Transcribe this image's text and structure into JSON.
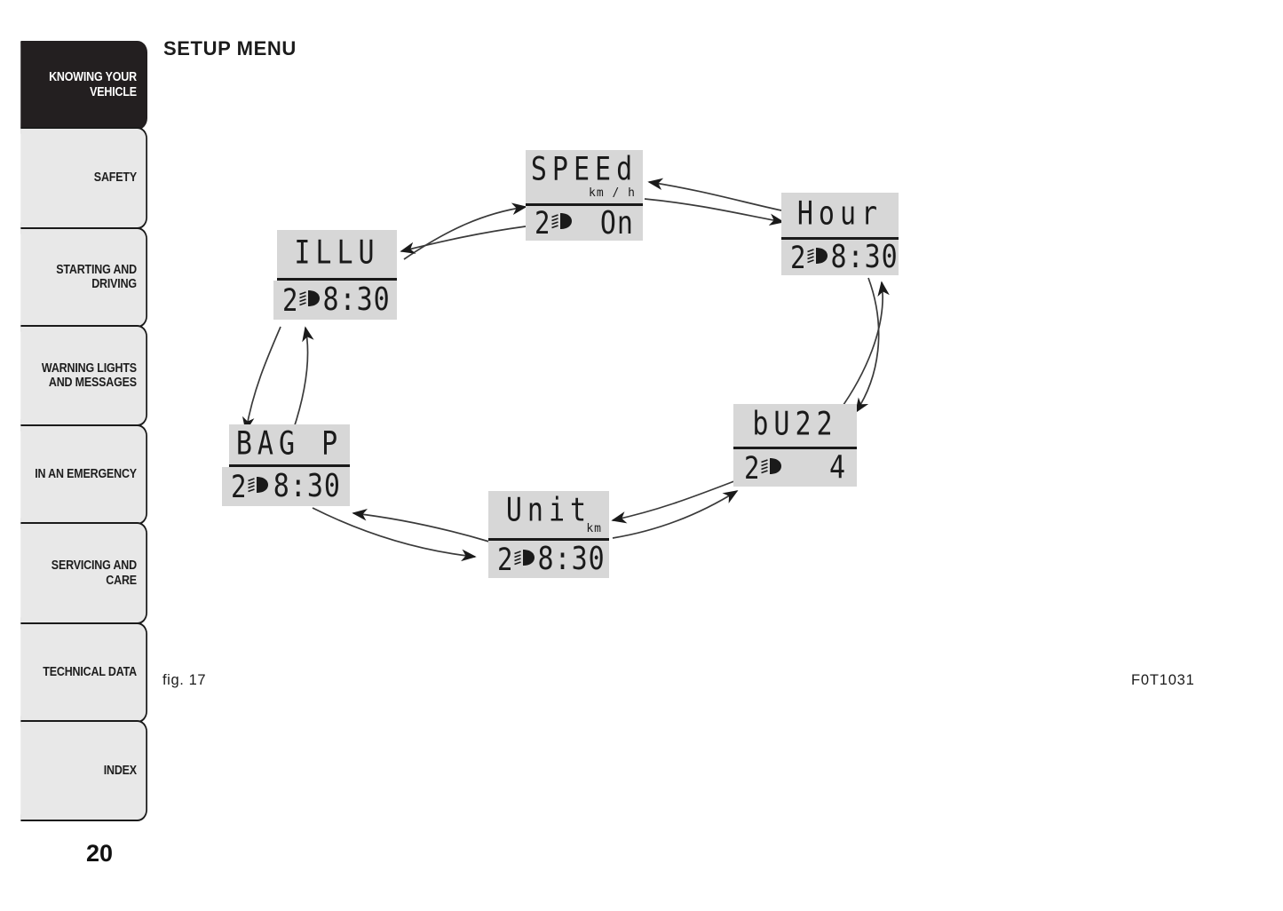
{
  "page_title": "SETUP MENU",
  "page_number": "20",
  "fig_caption": "fig. 17",
  "fig_code": "F0T1031",
  "colors": {
    "lcd_background": "#d7d7d7",
    "ink": "#1a1a1a",
    "tab_background": "#e8e8e8",
    "tab_active_background": "#231f20",
    "tab_active_text": "#ffffff"
  },
  "sidebar": {
    "items": [
      {
        "label": "KNOWING YOUR VEHICLE",
        "active": true
      },
      {
        "label": "SAFETY",
        "active": false
      },
      {
        "label": "STARTING AND DRIVING",
        "active": false
      },
      {
        "label": "WARNING LIGHTS AND MESSAGES",
        "active": false
      },
      {
        "label": "IN AN EMERGENCY",
        "active": false
      },
      {
        "label": "SERVICING AND CARE",
        "active": false
      },
      {
        "label": "TECHNICAL DATA",
        "active": false
      },
      {
        "label": "INDEX",
        "active": false
      }
    ]
  },
  "diagram": {
    "type": "cycle-flow",
    "description": "Setup menu items arranged in a loop with bidirectional arrows between neighbours",
    "screens": [
      {
        "id": "speed",
        "title": "SPEEd",
        "unit": "km / h",
        "indicator_digit": "2",
        "indicator_icon": "headlight-icon",
        "value": "On"
      },
      {
        "id": "hour",
        "title": "Hour",
        "unit": "",
        "indicator_digit": "2",
        "indicator_icon": "headlight-icon",
        "value": "8:30"
      },
      {
        "id": "buzz",
        "title": "bU22",
        "unit": "",
        "indicator_digit": "2",
        "indicator_icon": "headlight-icon",
        "value": "4"
      },
      {
        "id": "unit",
        "title": "Unit",
        "unit": "km",
        "indicator_digit": "2",
        "indicator_icon": "headlight-icon",
        "value": "8:30"
      },
      {
        "id": "bagp",
        "title": "BAG P",
        "unit": "",
        "indicator_digit": "2",
        "indicator_icon": "headlight-icon",
        "value": "8:30"
      },
      {
        "id": "illu",
        "title": "ILLU",
        "unit": "",
        "indicator_digit": "2",
        "indicator_icon": "headlight-icon",
        "value": "8:30"
      }
    ],
    "connections": [
      {
        "from": "speed",
        "to": "hour",
        "bidirectional": true
      },
      {
        "from": "hour",
        "to": "buzz",
        "bidirectional": true
      },
      {
        "from": "buzz",
        "to": "unit",
        "bidirectional": true
      },
      {
        "from": "unit",
        "to": "bagp",
        "bidirectional": true
      },
      {
        "from": "bagp",
        "to": "illu",
        "bidirectional": true
      },
      {
        "from": "illu",
        "to": "speed",
        "bidirectional": true
      }
    ]
  }
}
